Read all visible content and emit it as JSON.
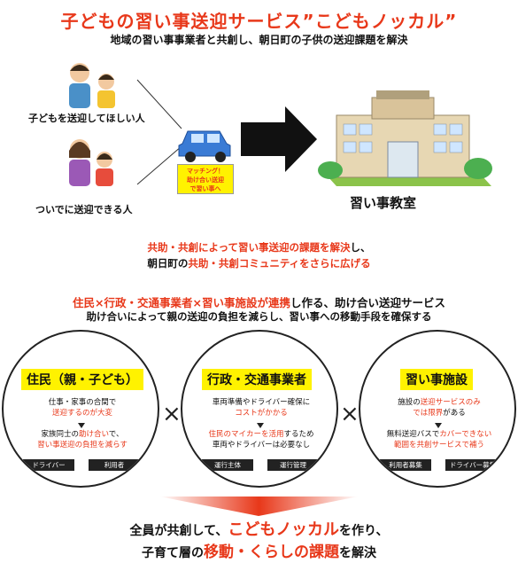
{
  "header": {
    "title": "子どもの習い事送迎サービス”こどもノッカル”",
    "subtitle": "地域の習い事事業者と共創し、朝日町の子供の送迎課題を解決"
  },
  "diagram": {
    "person_a_label": "子どもを送迎してほしい人",
    "person_b_label": "ついでに送迎できる人",
    "matching_note": [
      "マッチング！",
      "助け合い送迎",
      "で習い事へ"
    ],
    "school_label": "習い事教室"
  },
  "mission": {
    "line1_red": "共助・共創によって習い事送迎の課題を解決",
    "line1_tail": "し、",
    "line2_head": "朝日町の",
    "line2_red": "共助・共創コミュニティをさらに広げる"
  },
  "partnership": {
    "line1_red": "住民×行政・交通事業者×習い事施設が連携",
    "line1_tail": "し作る、助け合い送迎サービス",
    "line2": "助け合いによって親の送迎の負担を減らし、習い事への移動手段を確保する"
  },
  "circles": [
    {
      "title": "住民（親・子ども）",
      "text1_a": "仕事・家事の合間で",
      "text1_b": "送迎するのが大変",
      "text2_a": "家族同士の",
      "text2_b": "助け合い",
      "text2_c": "で、",
      "text2_d": "習い事送迎の負担を減らす",
      "tags": [
        "ドライバー",
        "利用者"
      ]
    },
    {
      "title": "行政・交通事業者",
      "text1_a": "車両準備やドライバー確保に",
      "text1_b": "コストがかかる",
      "text2_a": "住民のマイカーを活用",
      "text2_b": "するため",
      "text2_c": "車両やドライバーは必要なし",
      "tags": [
        "運行主体",
        "運行管理"
      ]
    },
    {
      "title": "習い事施設",
      "text1_a": "施設の",
      "text1_b": "送迎サービスのみ",
      "text1_c": "では限界",
      "text1_d": "がある",
      "text2_a": "無料送迎バスで",
      "text2_b": "カバーできない",
      "text2_c": "範囲を共創サービスで補う",
      "tags": [
        "利用者募集",
        "ドライバー募集"
      ]
    }
  ],
  "times_symbol": "×",
  "conclusion": {
    "line1_a": "全員が共創して、",
    "line1_b": "こどもノッカル",
    "line1_c": "を作り、",
    "line2_a": "子育て層の",
    "line2_b": "移動・くらしの課題",
    "line2_c": "を解決"
  },
  "colors": {
    "accent_red": "#e8381a",
    "highlight_yellow": "#fff200",
    "car_blue": "#3a7bd5"
  }
}
